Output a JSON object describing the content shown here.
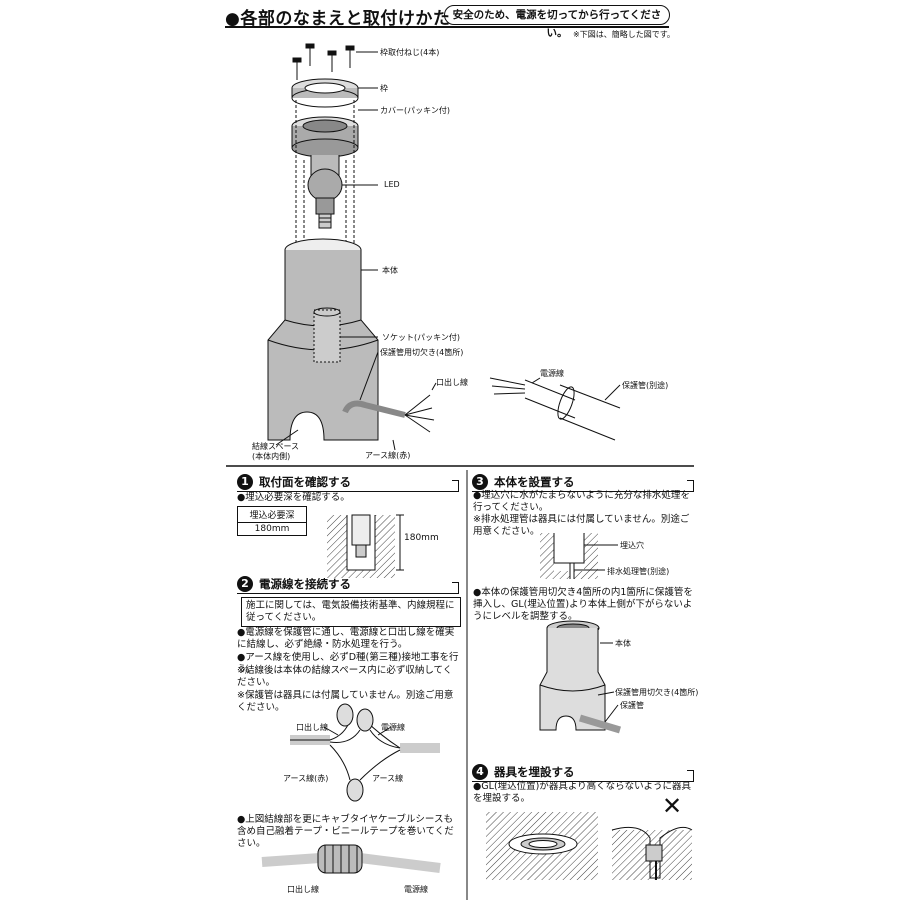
{
  "header": {
    "title": "●各部のなまえと取付けかた",
    "safety": "安全のため、電源を切ってから行ってください。",
    "note": "※下図は、簡略した図です。"
  },
  "parts": {
    "screws": "枠取付ねじ(4本)",
    "frame": "枠",
    "cover": "カバー(パッキン付)",
    "led": "LED",
    "body": "本体",
    "socket": "ソケット(パッキン付)",
    "notch": "保護管用切欠き(4箇所)",
    "lead_wire": "口出し線",
    "wiring_space": "結線スペース",
    "wiring_space_sub": "(本体内側)",
    "earth_wire": "アース線(赤)",
    "power_cable": "電源線",
    "protect_pipe": "保護管(別途)"
  },
  "step1": {
    "num": "1",
    "title": "取付面を確認する",
    "text": "●埋込必要深を確認する。",
    "table_header": "埋込必要深",
    "table_value": "180mm",
    "dim_label": "180mm"
  },
  "step2": {
    "num": "2",
    "title": "電源線を接続する",
    "box": "施工に関しては、電気設備技術基準、内線規程に従ってください。",
    "line1": "●電源線を保護管に通し、電源線と口出し線を確実に結線し、必ず絶縁・防水処理を行う。",
    "line2": "●アース線を使用し、必ずD種(第三種)接地工事を行う。",
    "line3": "※結線後は本体の結線スペース内に必ず収納してください。",
    "line4": "※保護管は器具には付属していません。別途ご用意ください。",
    "fig1_lead": "口出し線",
    "fig1_power": "電源線",
    "fig1_earth1": "アース線(赤)",
    "fig1_earth2": "アース線",
    "line5": "●上図結線部を更にキャブタイヤケーブルシースも含め自己融着テープ・ビニールテープを巻いてください。",
    "fig2_lead": "口出し線",
    "fig2_power": "電源線"
  },
  "step3": {
    "num": "3",
    "title": "本体を設置する",
    "line1": "●埋込穴に水がたまらないように充分な排水処理を行ってください。",
    "line2": "※排水処理管は器具には付属していません。別途ご用意ください。",
    "hole_label": "埋込穴",
    "drain_label": "排水処理管(別途)",
    "line3": "●本体の保護管用切欠き4箇所の内1箇所に保護管を挿入し、GL(埋込位置)より本体上側が下がらないようにレベルを調整する。",
    "body_label": "本体",
    "notch_label": "保護管用切欠き(4箇所)",
    "pipe_label": "保護管"
  },
  "step4": {
    "num": "4",
    "title": "器具を埋設する",
    "line1": "●GL(埋込位置)が器具より高くならないように器具を埋設する。",
    "ng_mark": "✕"
  }
}
